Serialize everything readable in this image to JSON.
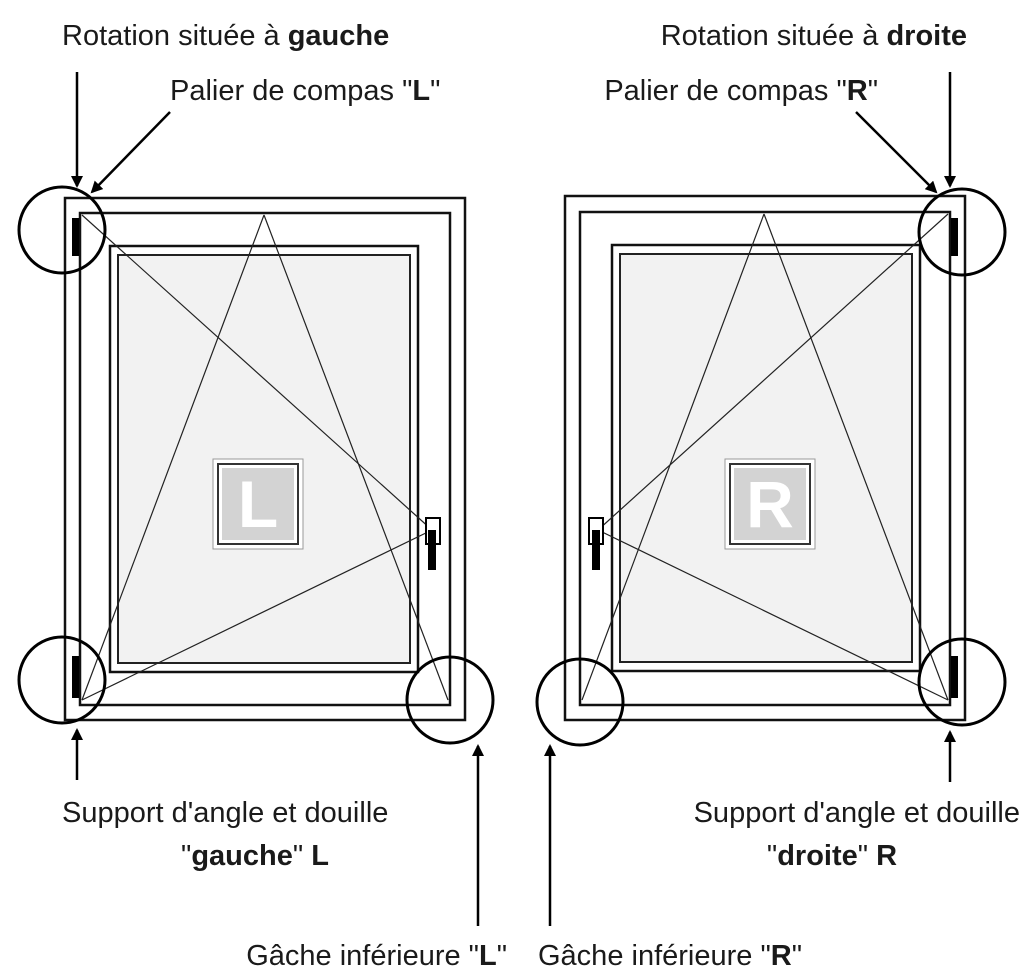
{
  "labels": {
    "rotation_left": {
      "prefix": "Rotation située à ",
      "bold": "gauche"
    },
    "rotation_right": {
      "prefix": "Rotation située à ",
      "bold": "droite"
    },
    "compas_left": {
      "prefix": "Palier de compas \"",
      "bold": "L",
      "suffix": "\""
    },
    "compas_right": {
      "prefix": "Palier de compas \"",
      "bold": "R",
      "suffix": "\""
    },
    "support_left": {
      "line1": "Support d'angle et douille",
      "line2_q1": "\"",
      "line2_bold": "gauche",
      "line2_q2": "\" ",
      "line2_letter": "L"
    },
    "support_right": {
      "line1": "Support d'angle et douille",
      "line2_q1": "\"",
      "line2_bold": "droite",
      "line2_q2": "\" ",
      "line2_letter": "R"
    },
    "gache_left": {
      "prefix": "Gâche inférieure \"",
      "bold": "L",
      "suffix": "\""
    },
    "gache_right": {
      "prefix": "Gâche inférieure \"",
      "bold": "R",
      "suffix": "\""
    }
  },
  "windows": {
    "left": {
      "badge": "L"
    },
    "right": {
      "badge": "R"
    }
  },
  "colors": {
    "stroke": "#111111",
    "glass": "#f2f2f2",
    "badge": "#d3d3d3"
  }
}
